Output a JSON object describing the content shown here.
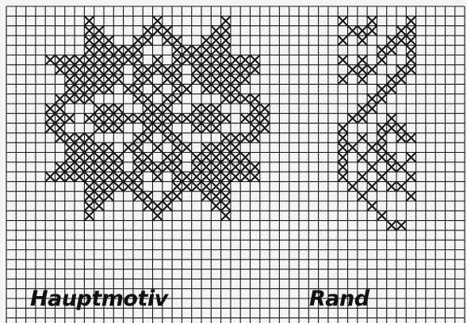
{
  "title_main": "Hauptmotiv",
  "title_edge": "Rand",
  "colors": {
    "paper": "#f4f4f2",
    "ink": "#141414"
  },
  "patterns": {
    "hauptmotiv": [
      "..........................",
      "......X......X......X.....",
      "......XX....XXX....XX.....",
      "......XXX..XX.XX..XXX.....",
      "......XXXXXX...XXXXXX.....",
      "..XXXXXXXXXX.X.XXXXXXXXX..",
      "...XXXXXXX.XXXXX.XXXXXXX..",
      "....XXXXXX.XX.XX.XXXXXX...",
      "....XXXXX.XX.X.XX.XXXX....",
      "...XXXX....XX.XX....XXXX..",
      "..XX...XXX..XXX..XXX...XX.",
      "..XXX.XXXXXXXXXXXXXXX.XXX.",
      "..XX...XXX..XXX..XXX...XX.",
      "...XXXX....XX.XX....XXXX..",
      "....XXXXX.XX.X.XX.XXXX....",
      "....XXXXXX.XX.XX.XXXXXX...",
      "...XXXXXXX.XXXXX.XXXXXXX..",
      "..XXXXXXXXXX.X.XXXXXXXXX..",
      "......XXXXXX...XXXXXX.....",
      "......XXX..XX.XX..XXX.....",
      "......XX....XXX....XX.....",
      "......X......X......X....."
    ],
    "rand": [
      "........",
      "X..X...X",
      ".XXX..XX",
      "X.X..XXX",
      "....XX.X",
      "X.X.X..X",
      ".XXX..XX",
      "X.X..XX.",
      "....XX..",
      "...XX...",
      "..XX....",
      ".XX..X..",
      "X...XXX.",
      "X.X.X.XX",
      "XX.XX...",
      "X.X.XX.X",
      "X..X.XX.",
      "X.X.X..X",
      ".X.X.XX.",
      "..X....X",
      "...X....",
      "....X...",
      ".....XX."
    ]
  }
}
